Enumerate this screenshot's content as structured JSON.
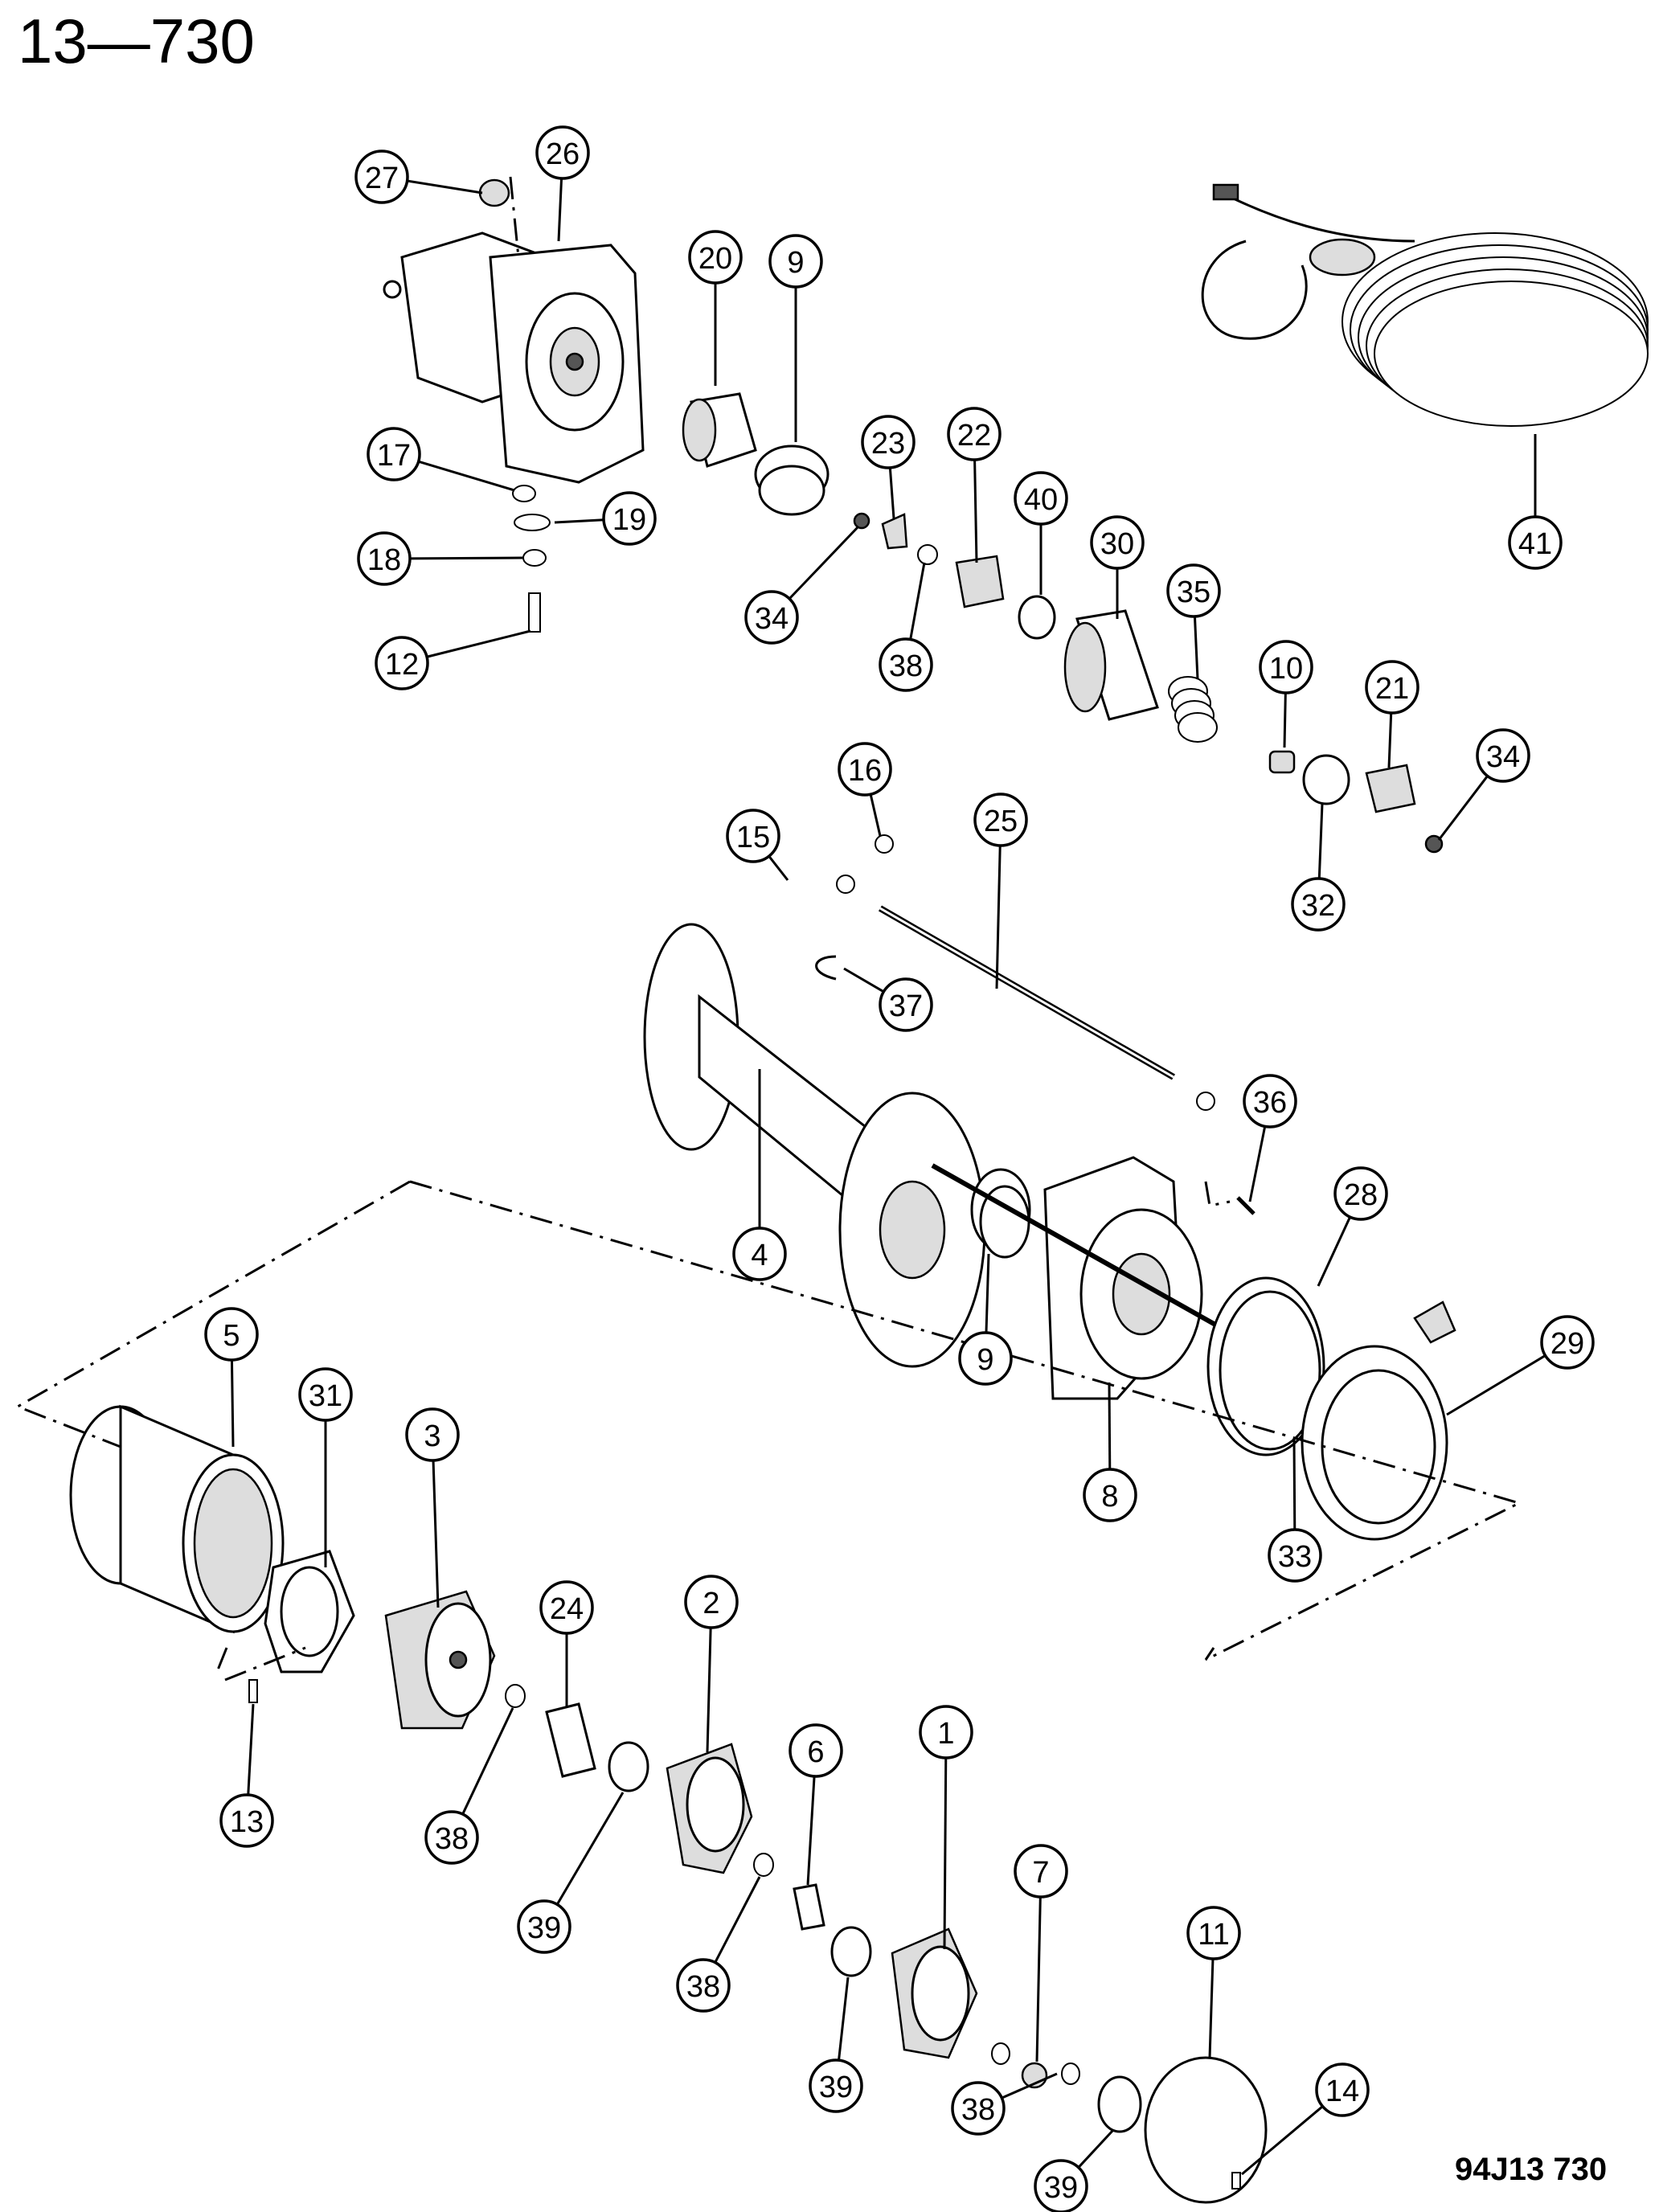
{
  "page_number": "13—730",
  "figure_code": "94J13  730",
  "callouts": [
    "27",
    "26",
    "20",
    "9",
    "17",
    "19",
    "18",
    "12",
    "23",
    "22",
    "40",
    "30",
    "35",
    "34",
    "38",
    "41",
    "10",
    "21",
    "34",
    "16",
    "25",
    "15",
    "37",
    "32",
    "36",
    "4",
    "28",
    "9",
    "29",
    "5",
    "31",
    "3",
    "8",
    "33",
    "24",
    "2",
    "13",
    "1",
    "6",
    "38",
    "39",
    "7",
    "38",
    "39",
    "38",
    "11",
    "39",
    "14"
  ]
}
